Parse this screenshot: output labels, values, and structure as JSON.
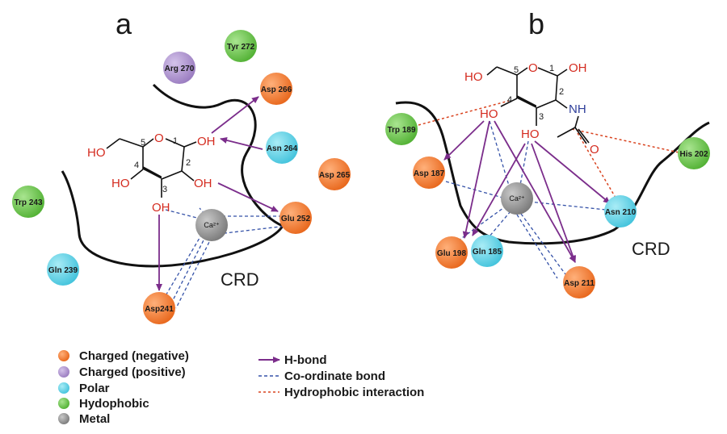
{
  "panels": {
    "a": {
      "letter": "a",
      "crd_label": "CRD",
      "residues": {
        "arg270": "Arg 270",
        "tyr272": "Tyr 272",
        "asp266": "Asp 266",
        "asn264": "Asn 264",
        "asp265": "Asp 265",
        "glu252": "Glu 252",
        "trp243": "Trp 243",
        "gln239": "Gln 239",
        "asp241": "Asp241"
      },
      "metal": "Ca²⁺",
      "molecule": {
        "ring_o": "O",
        "oh_c1": "OH",
        "oh_c2": "OH",
        "oh_c3": "OH",
        "ho_c4": "HO",
        "ho_c6": "HO",
        "n1": "1",
        "n2": "2",
        "n3": "3",
        "n4": "4",
        "n5": "5"
      }
    },
    "b": {
      "letter": "b",
      "crd_label": "CRD",
      "residues": {
        "trp189": "Trp 189",
        "his202": "His 202",
        "asp187": "Asp 187",
        "glu198": "Glu 198",
        "gln185": "Gln 185",
        "asn210": "Asn 210",
        "asp211": "Asp 211"
      },
      "metal": "Ca²⁺",
      "molecule": {
        "ring_o": "O",
        "oh_c1": "OH",
        "ho_c6": "HO",
        "ho_c4": "HO",
        "ho_c3": "HO",
        "nh": "NH",
        "carbonyl_o": "O",
        "n1": "1",
        "n2": "2",
        "n3": "3",
        "n4": "4",
        "n5": "5"
      }
    }
  },
  "legend": {
    "residue_types": {
      "negative": "Charged (negative)",
      "positive": "Charged (positive)",
      "polar": "Polar",
      "hydrophobic": "Hydophobic",
      "metal": "Metal"
    },
    "interactions": {
      "hbond": "H-bond",
      "coordinate": "Co-ordinate bond",
      "hydrophobic": "Hydrophobic interaction"
    }
  },
  "colors": {
    "negative": "#f07a2a",
    "positive": "#a98fc9",
    "polar": "#5ccde3",
    "hydrophobic": "#6cc24a",
    "metal": "#8e8e8e",
    "hbond": "#7b2d8b",
    "coordinate": "#3552a8",
    "hydrophobic_interaction": "#d9431f",
    "molecule_red": "#d42b1f",
    "molecule_blue": "#2e3e9a"
  }
}
